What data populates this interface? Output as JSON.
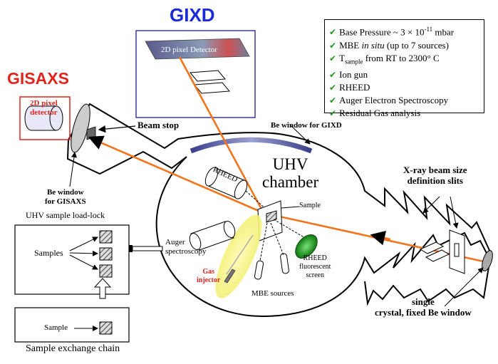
{
  "titles": {
    "gixd": "GIXD",
    "gisaxs": "GISAXS"
  },
  "labels": {
    "detector_2d_gixd": "2D pixel Detector",
    "detector_2d_gisaxs_line1": "2D pixel",
    "detector_2d_gisaxs_line2": "detector",
    "beam_stop": "Beam stop",
    "be_window_gixd": "Be window  for GIXD",
    "be_window_gisaxs_line1": "Be window",
    "be_window_gisaxs_line2": "for GISAXS",
    "uhv_line1": "UHV",
    "uhv_line2": "chamber",
    "rheed": "RHEED",
    "sample": "Sample",
    "xray_slits_line1": "X-ray beam size",
    "xray_slits_line2": "definition slits",
    "load_lock": "UHV sample load-lock",
    "samples": "Samples",
    "auger_line1": "Auger",
    "auger_line2": "spectroscopy",
    "gas_injector_line1": "Gas",
    "gas_injector_line2": "injector",
    "mbe_sources": "MBE sources",
    "rheed_screen_line1": "RHEED",
    "rheed_screen_line2": "fluorescent",
    "rheed_screen_line3": "screen",
    "single_crystal_line1": "single",
    "single_crystal_line2": "crystal, fixed Be window",
    "sample_exchange_sample": "Sample",
    "sample_exchange_chain": "Sample exchange chain"
  },
  "specs": {
    "base_pressure_prefix": "Base Pressure ~ 3 × 10",
    "base_pressure_exp": "-11",
    "base_pressure_unit": " mbar",
    "mbe_prefix": "MBE ",
    "mbe_italic": "in situ",
    "mbe_suffix": " (up to 7 sources)",
    "tsample_T": "T",
    "tsample_sub": "sample",
    "tsample_suffix": " from RT to 2300° C",
    "ion_gun": "Ion gun",
    "rheed": "RHEED",
    "auger": "Auger Electron Spectroscopy",
    "rga": "Residual Gas analysis",
    "check": "✔"
  },
  "colors": {
    "beam": "#f2741c",
    "gixd_title": "#1a2ad6",
    "red_labels": "#e0241c",
    "check": "#1a9a1a",
    "rheed_screen": "#1aa01a",
    "gas_glow": "#f5f57a",
    "window_arc": "#3a3e8a"
  }
}
